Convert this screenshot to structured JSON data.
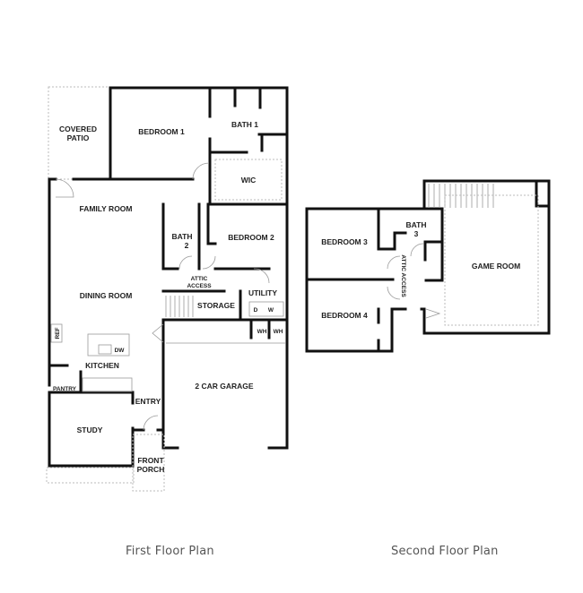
{
  "first_floor": {
    "caption": "First Floor Plan",
    "rooms": {
      "covered_patio_1": "COVERED",
      "covered_patio_2": "PATIO",
      "bedroom1": "BEDROOM 1",
      "bath1": "BATH 1",
      "wic": "WIC",
      "family_room": "FAMILY ROOM",
      "bath2_1": "BATH",
      "bath2_2": "2",
      "bedroom2": "BEDROOM 2",
      "attic_1": "ATTIC",
      "attic_2": "ACCESS",
      "utility": "UTILITY",
      "dryer": "D",
      "washer": "W",
      "storage": "STORAGE",
      "dining_room": "DINING ROOM",
      "wh1": "WH",
      "wh2": "WH",
      "ref": "REF",
      "dw": "DW",
      "kitchen": "KITCHEN",
      "pantry": "PANTRY",
      "entry": "ENTRY",
      "garage": "2 CAR GARAGE",
      "study": "STUDY",
      "front_porch_1": "FRONT",
      "front_porch_2": "PORCH"
    }
  },
  "second_floor": {
    "caption": "Second Floor Plan",
    "rooms": {
      "bedroom3": "BEDROOM 3",
      "bath3_1": "BATH",
      "bath3_2": "3",
      "attic": "ATTIC ACCESS",
      "game_room": "GAME ROOM",
      "bedroom4": "BEDROOM 4"
    }
  }
}
